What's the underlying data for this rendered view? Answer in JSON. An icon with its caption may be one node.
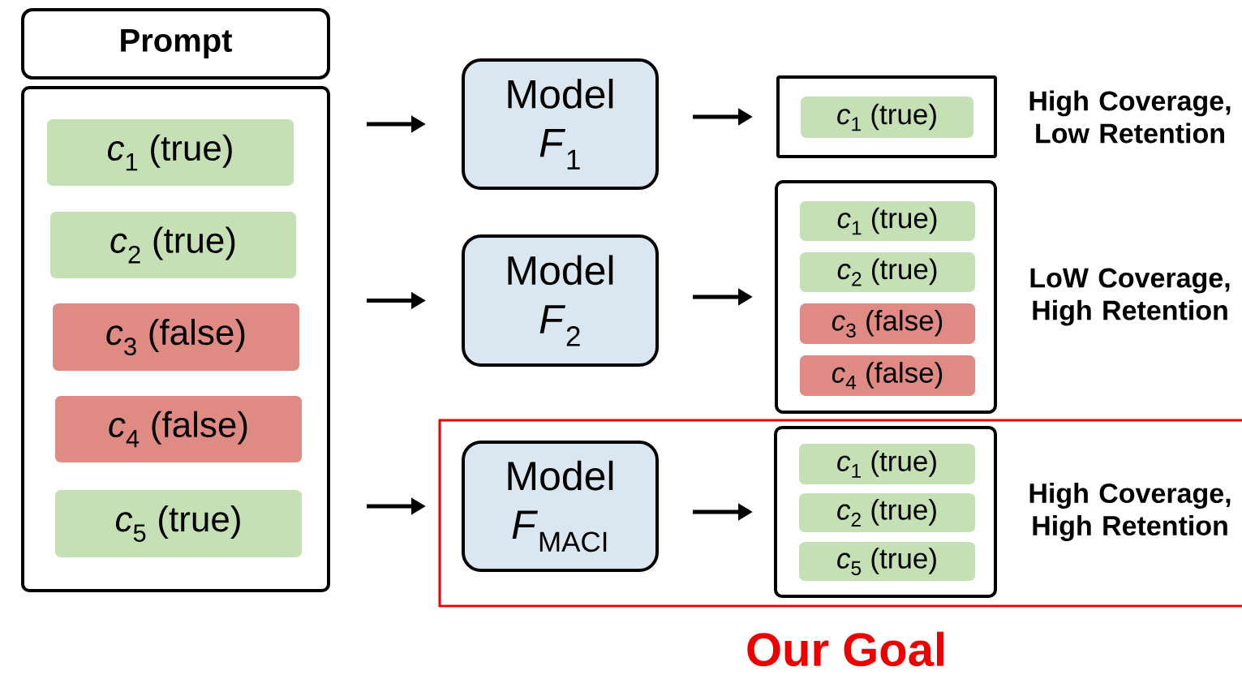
{
  "diagram": {
    "nodes": [
      {
        "text": [
          "Prompt"
        ]
      },
      {
        "text": [],
        "shape": "box"
      },
      {
        "text": [
          "*c*$_{1}$ (true)"
        ],
        "in": 1
      },
      {
        "text": [
          "*c*$_{2}$ (true)"
        ],
        "in": 1
      },
      {
        "text": [
          "*c*$_{3}$ (false)"
        ],
        "in": 1
      },
      {
        "text": [
          "*c*$_{4}$ (false)"
        ],
        "in": 1
      },
      {
        "text": [
          "*c*$_{5}$ (true)"
        ],
        "in": 1
      },
      {
        "text": [
          "Model",
          "*F*$_{1}$"
        ]
      },
      {
        "text": [],
        "shape": "box",
        "beside": [
          "High Coverage, Low Retention"
        ]
      },
      {
        "text": [
          "*c*$_{1}$ (true)"
        ],
        "in": 8
      },
      {
        "text": [
          "Model",
          "*F*$_{2}$"
        ]
      },
      {
        "text": [],
        "shape": "box",
        "beside": [
          "LoW Coverage, High Retention"
        ]
      },
      {
        "text": [
          "*c*$_{1}$ (true)"
        ],
        "in": 11
      },
      {
        "text": [
          "*c*$_{2}$ (true)"
        ],
        "in": 11
      },
      {
        "text": [
          "*c*$_{3}$ (false)"
        ],
        "in": 11
      },
      {
        "text": [
          "*c*$_{4}$ (false)"
        ],
        "in": 11
      },
      {
        "text": [
          "Our Goal"
        ]
      },
      {
        "text": [
          "Model",
          "*F*$_{MACI}$"
        ],
        "in": 16
      },
      {
        "text": [],
        "shape": "box",
        "in": 16,
        "beside": [
          "High Coverage, High Retention"
        ]
      },
      {
        "text": [
          "*c*$_{1}$ (true)"
        ],
        "in": 18
      },
      {
        "text": [
          "*c*$_{2}$ (true)"
        ],
        "in": 18
      },
      {
        "text": [
          "*c*$_{5}$ (true)"
        ],
        "in": 18
      }
    ],
    "edges": [
      {
        "from": 1,
        "to": 7,
        "arrow": "to"
      },
      {
        "from": 1,
        "to": 10,
        "arrow": "to"
      },
      {
        "from": 1,
        "to": 17,
        "arrow": "to"
      },
      {
        "from": 7,
        "to": 8,
        "arrow": "to"
      },
      {
        "from": 10,
        "to": 11,
        "arrow": "to"
      },
      {
        "from": 17,
        "to": 18,
        "arrow": "to"
      }
    ]
  }
}
